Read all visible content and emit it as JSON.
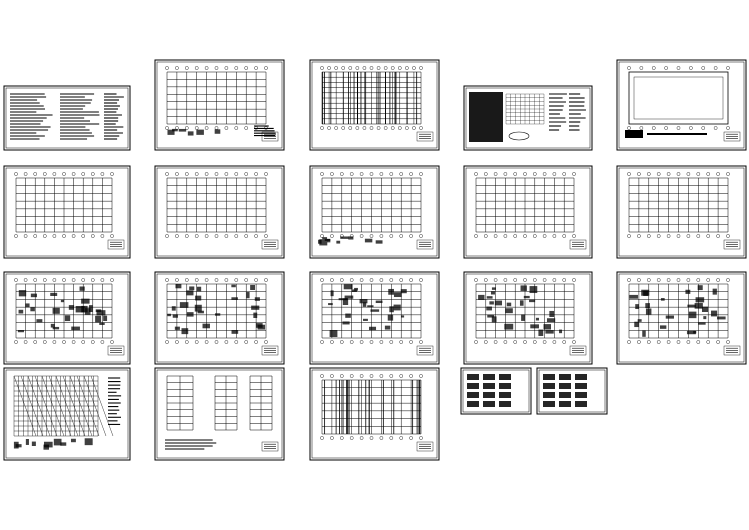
{
  "drawing_set": {
    "sheets": [
      {
        "id": "s01",
        "kind": "notes"
      },
      {
        "id": "s02",
        "kind": "framing"
      },
      {
        "id": "s03",
        "kind": "framing-dense"
      },
      {
        "id": "s04",
        "kind": "notes-plan"
      },
      {
        "id": "s05",
        "kind": "roof"
      },
      {
        "id": "s06",
        "kind": "plan"
      },
      {
        "id": "s07",
        "kind": "plan"
      },
      {
        "id": "s08",
        "kind": "plan-details"
      },
      {
        "id": "s09",
        "kind": "plan"
      },
      {
        "id": "s10",
        "kind": "plan"
      },
      {
        "id": "s11",
        "kind": "plan-rooms"
      },
      {
        "id": "s12",
        "kind": "plan-rooms"
      },
      {
        "id": "s13",
        "kind": "plan-rooms"
      },
      {
        "id": "s14",
        "kind": "plan-rooms"
      },
      {
        "id": "s15",
        "kind": "plan-rooms"
      },
      {
        "id": "s16",
        "kind": "rebar"
      },
      {
        "id": "s17",
        "kind": "sections"
      },
      {
        "id": "s18",
        "kind": "rebar-plan"
      },
      {
        "id": "s19",
        "kind": "detail-table"
      },
      {
        "id": "s20",
        "kind": "detail-table"
      }
    ]
  },
  "colors": {
    "line": "#000000",
    "background": "#ffffff"
  }
}
